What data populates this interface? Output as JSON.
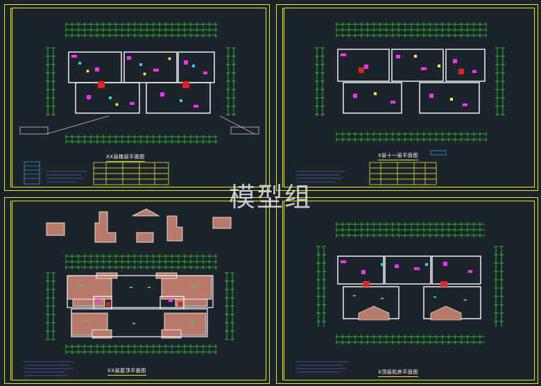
{
  "sheets": [
    {
      "id": "sheet-1",
      "title": "XX层楼层平面图"
    },
    {
      "id": "sheet-2",
      "title": "X层十一层平面图"
    },
    {
      "id": "sheet-3",
      "title": "XX层屋顶平面图"
    },
    {
      "id": "sheet-4",
      "title": "X顶层机房平面图"
    }
  ],
  "watermark": "模型组",
  "colors": {
    "background": "#1b2129",
    "frame": "#e8e830",
    "dimension": "#33dd33",
    "wall": "#ffffff",
    "accent_magenta": "#ff33ff",
    "accent_red": "#dd2222",
    "accent_cyan": "#33ccff",
    "roof": "#b87b6a"
  }
}
